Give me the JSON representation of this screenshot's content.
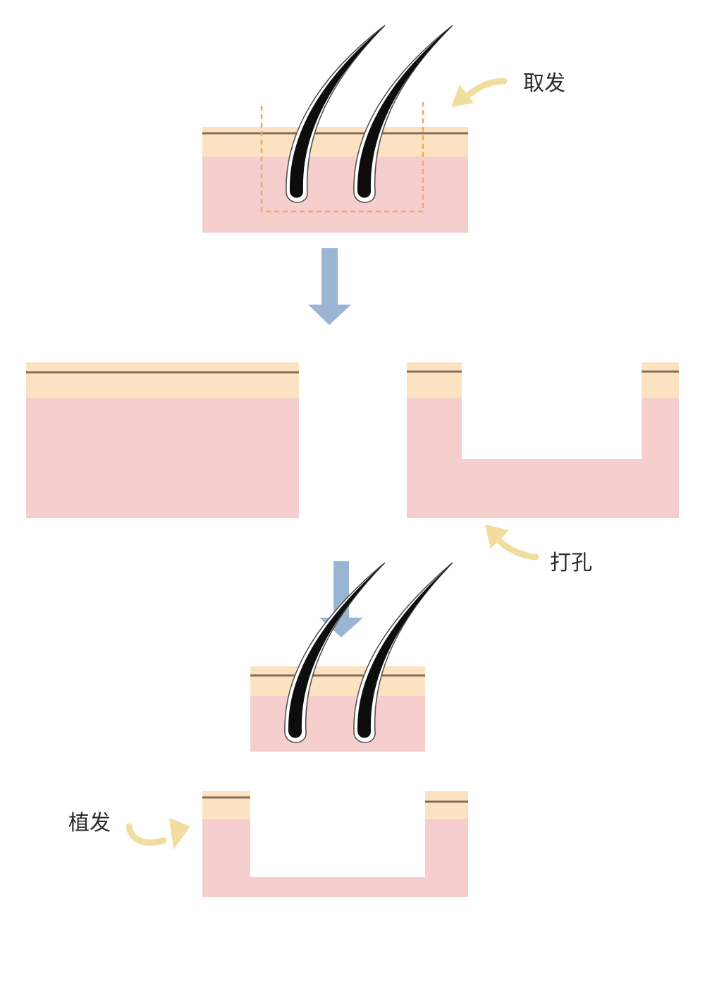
{
  "labels": {
    "harvest": "取发",
    "drill": "打孔",
    "implant": "植发"
  },
  "colors": {
    "skin_dermis": "#f6cece",
    "skin_epidermis": "#fbe3c2",
    "skin_line": "#8a6a58",
    "hair": "#0d0d0d",
    "hair_sheath": "#ffffff",
    "flow_arrow": "#9ab5d3",
    "pointer_arrow": "#f1de9e",
    "cut_outline": "#f0a860",
    "background": "#ffffff"
  },
  "icons": {
    "flow": "arrow-down-icon",
    "pointer": "curved-arrow-icon"
  }
}
